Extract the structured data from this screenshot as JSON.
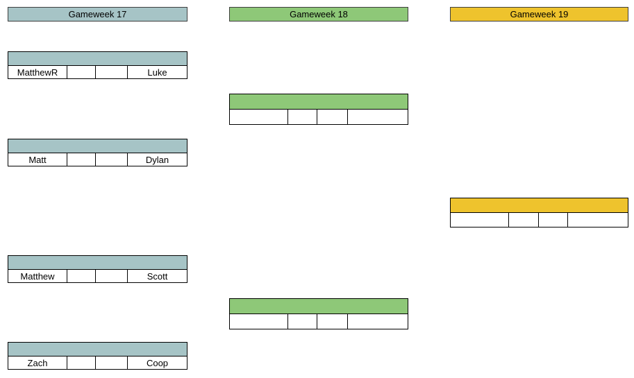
{
  "rounds": [
    {
      "label": "Gameweek 17",
      "color": "#a6c4c6",
      "matches": [
        {
          "home": "MatthewR",
          "home_score": "",
          "away_score": "",
          "away": "Luke"
        },
        {
          "home": "Matt",
          "home_score": "",
          "away_score": "",
          "away": "Dylan"
        },
        {
          "home": "Matthew",
          "home_score": "",
          "away_score": "",
          "away": "Scott"
        },
        {
          "home": "Zach",
          "home_score": "",
          "away_score": "",
          "away": "Coop"
        }
      ]
    },
    {
      "label": "Gameweek 18",
      "color": "#8ec878",
      "matches": [
        {
          "home": "",
          "home_score": "",
          "away_score": "",
          "away": ""
        },
        {
          "home": "",
          "home_score": "",
          "away_score": "",
          "away": ""
        }
      ]
    },
    {
      "label": "Gameweek 19",
      "color": "#eec32d",
      "matches": [
        {
          "home": "",
          "home_score": "",
          "away_score": "",
          "away": ""
        }
      ]
    }
  ]
}
